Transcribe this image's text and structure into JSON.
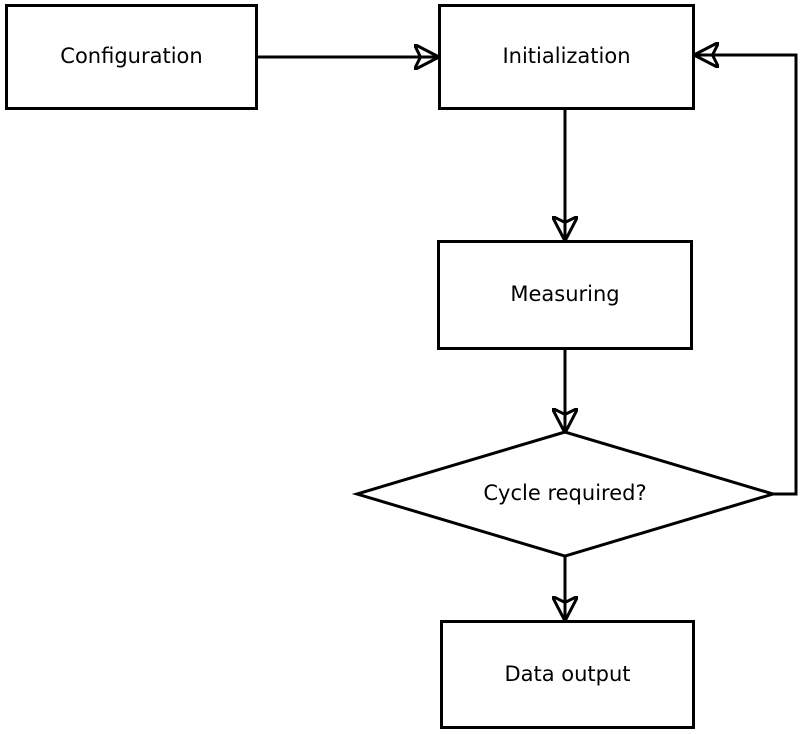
{
  "diagram": {
    "type": "flowchart",
    "nodes": {
      "configuration": {
        "label": "Configuration",
        "shape": "rectangle"
      },
      "initialization": {
        "label": "Initialization",
        "shape": "rectangle"
      },
      "measuring": {
        "label": "Measuring",
        "shape": "rectangle"
      },
      "decision": {
        "label": "Cycle required?",
        "shape": "diamond"
      },
      "data_output": {
        "label": "Data output",
        "shape": "rectangle"
      }
    },
    "edges": [
      {
        "from": "configuration",
        "to": "initialization",
        "direction": "right"
      },
      {
        "from": "initialization",
        "to": "measuring",
        "direction": "down"
      },
      {
        "from": "measuring",
        "to": "decision",
        "direction": "down"
      },
      {
        "from": "decision",
        "to": "initialization",
        "direction": "loop-right-up"
      },
      {
        "from": "decision",
        "to": "data_output",
        "direction": "down"
      }
    ],
    "colors": {
      "line": "#000000",
      "text": "#000000",
      "node_fill": "#ffffff",
      "background": "#ffffff"
    }
  }
}
